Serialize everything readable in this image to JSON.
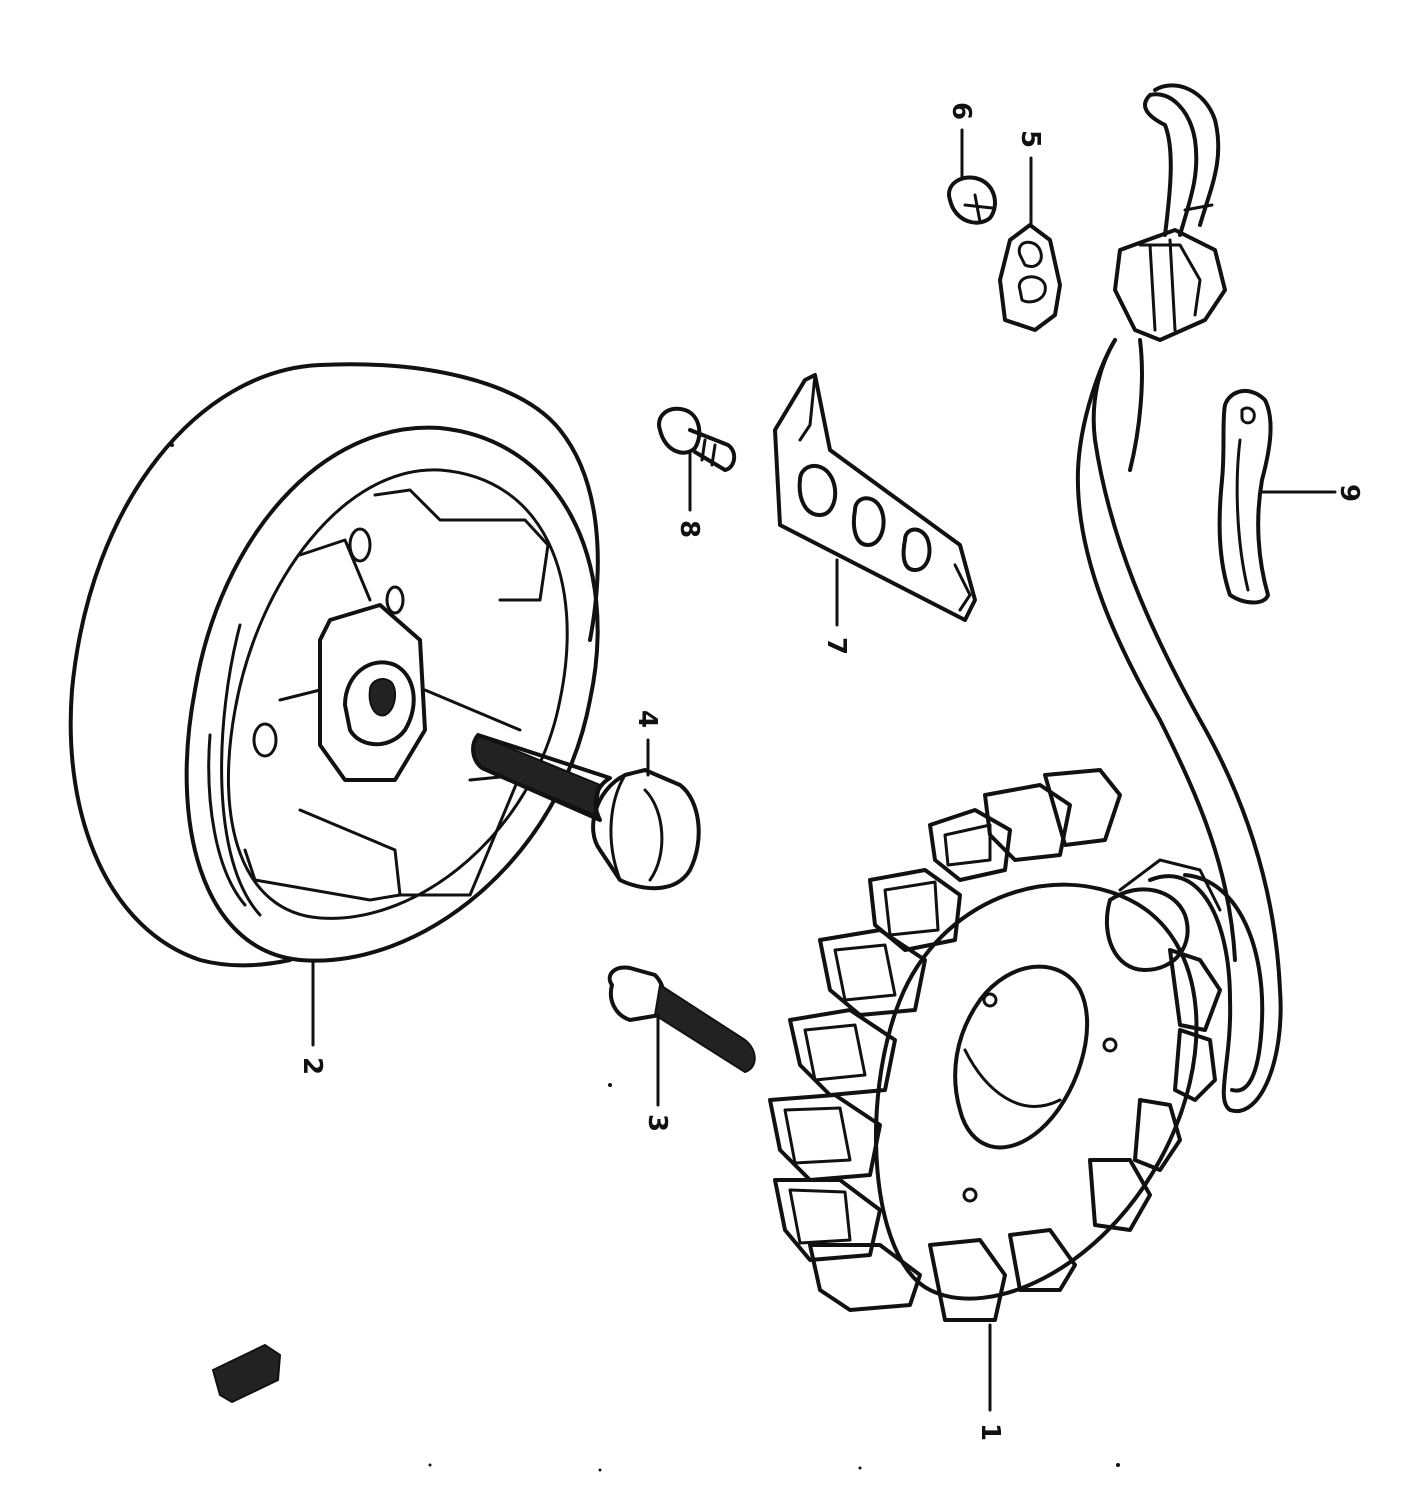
{
  "diagram": {
    "ink_color": "#111111",
    "background": "#ffffff",
    "callouts": [
      {
        "id": "1",
        "label": "1",
        "part": "stator-coil"
      },
      {
        "id": "2",
        "label": "2",
        "part": "rotor-flywheel"
      },
      {
        "id": "3",
        "label": "3",
        "part": "stator-screw"
      },
      {
        "id": "4",
        "label": "4",
        "part": "rotor-bolt"
      },
      {
        "id": "5",
        "label": "5",
        "part": "lead-wire-plate"
      },
      {
        "id": "6",
        "label": "6",
        "part": "plate-screw"
      },
      {
        "id": "7",
        "label": "7",
        "part": "lead-wire-guide"
      },
      {
        "id": "8",
        "label": "8",
        "part": "guide-screw"
      },
      {
        "id": "9",
        "label": "9",
        "part": "wire-clamp"
      }
    ]
  }
}
